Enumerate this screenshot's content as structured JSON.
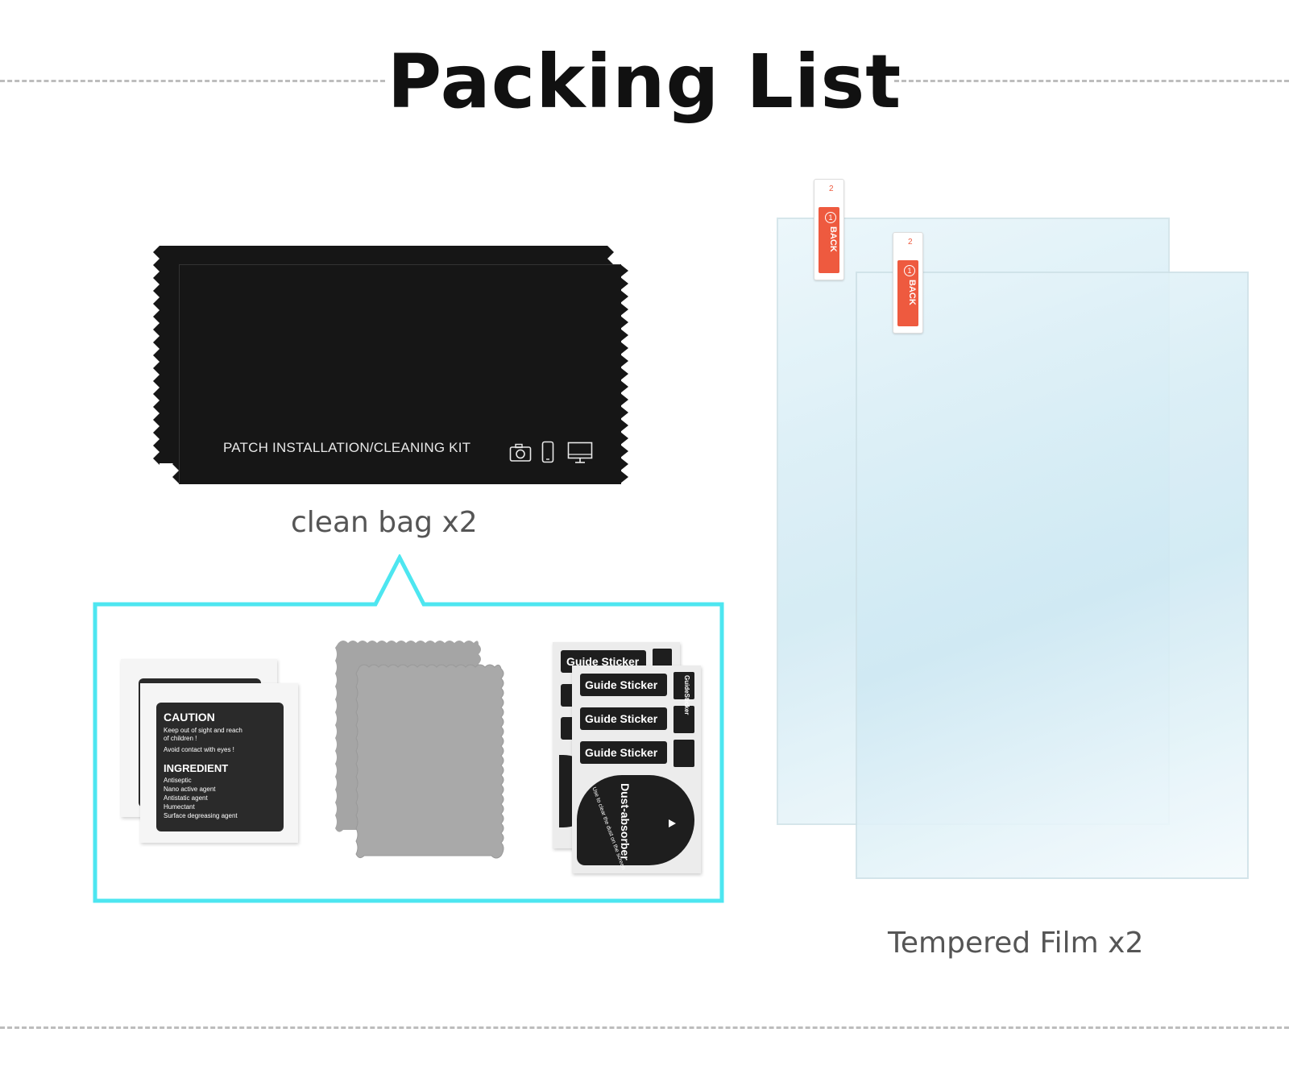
{
  "title": "Packing List",
  "clean_bag": {
    "kit_label": "PATCH INSTALLATION/CLEANING KIT",
    "caption": "clean bag x2",
    "icons": [
      "camera-icon",
      "phone-icon",
      "monitor-icon"
    ]
  },
  "wipe": {
    "caution_heading": "CAUTION",
    "caution_line1": "Keep out of sight and reach",
    "caution_line2": "of children !",
    "caution_line3": "Avoid contact with eyes !",
    "ingredient_heading": "INGREDIENT",
    "ingredients": [
      "Antiseptic",
      "Nano active agent",
      "Antistatic agent",
      "Humectant",
      "Surface degreasing agent"
    ]
  },
  "stickers": {
    "guide_label": "Guide Sticker",
    "side_label": "GuideSticker",
    "dust_label": "Dust-absorber",
    "dust_sub": "Use to clear the dust on the screen"
  },
  "film": {
    "tag_label": "BACK",
    "tag_number": "1",
    "tag_number2": "2",
    "caption": "Tempered Film x2"
  },
  "colors": {
    "accent_frame": "#4de6f0",
    "tag_red": "#ee5a3f",
    "dash": "#bdbdbd"
  }
}
